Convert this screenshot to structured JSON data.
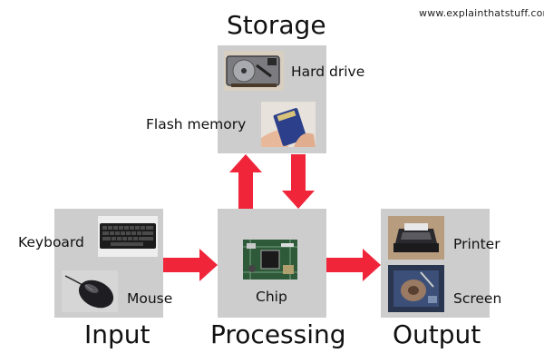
{
  "credit": "www.explainthatstuff.com",
  "stages": {
    "storage": "Storage",
    "input": "Input",
    "processing": "Processing",
    "output": "Output"
  },
  "devices": {
    "hard_drive": "Hard drive",
    "flash_memory": "Flash memory",
    "keyboard": "Keyboard",
    "mouse": "Mouse",
    "chip": "Chip",
    "printer": "Printer",
    "screen": "Screen"
  },
  "colors": {
    "arrow": "#f0253a",
    "box": "#cdcdcd"
  }
}
